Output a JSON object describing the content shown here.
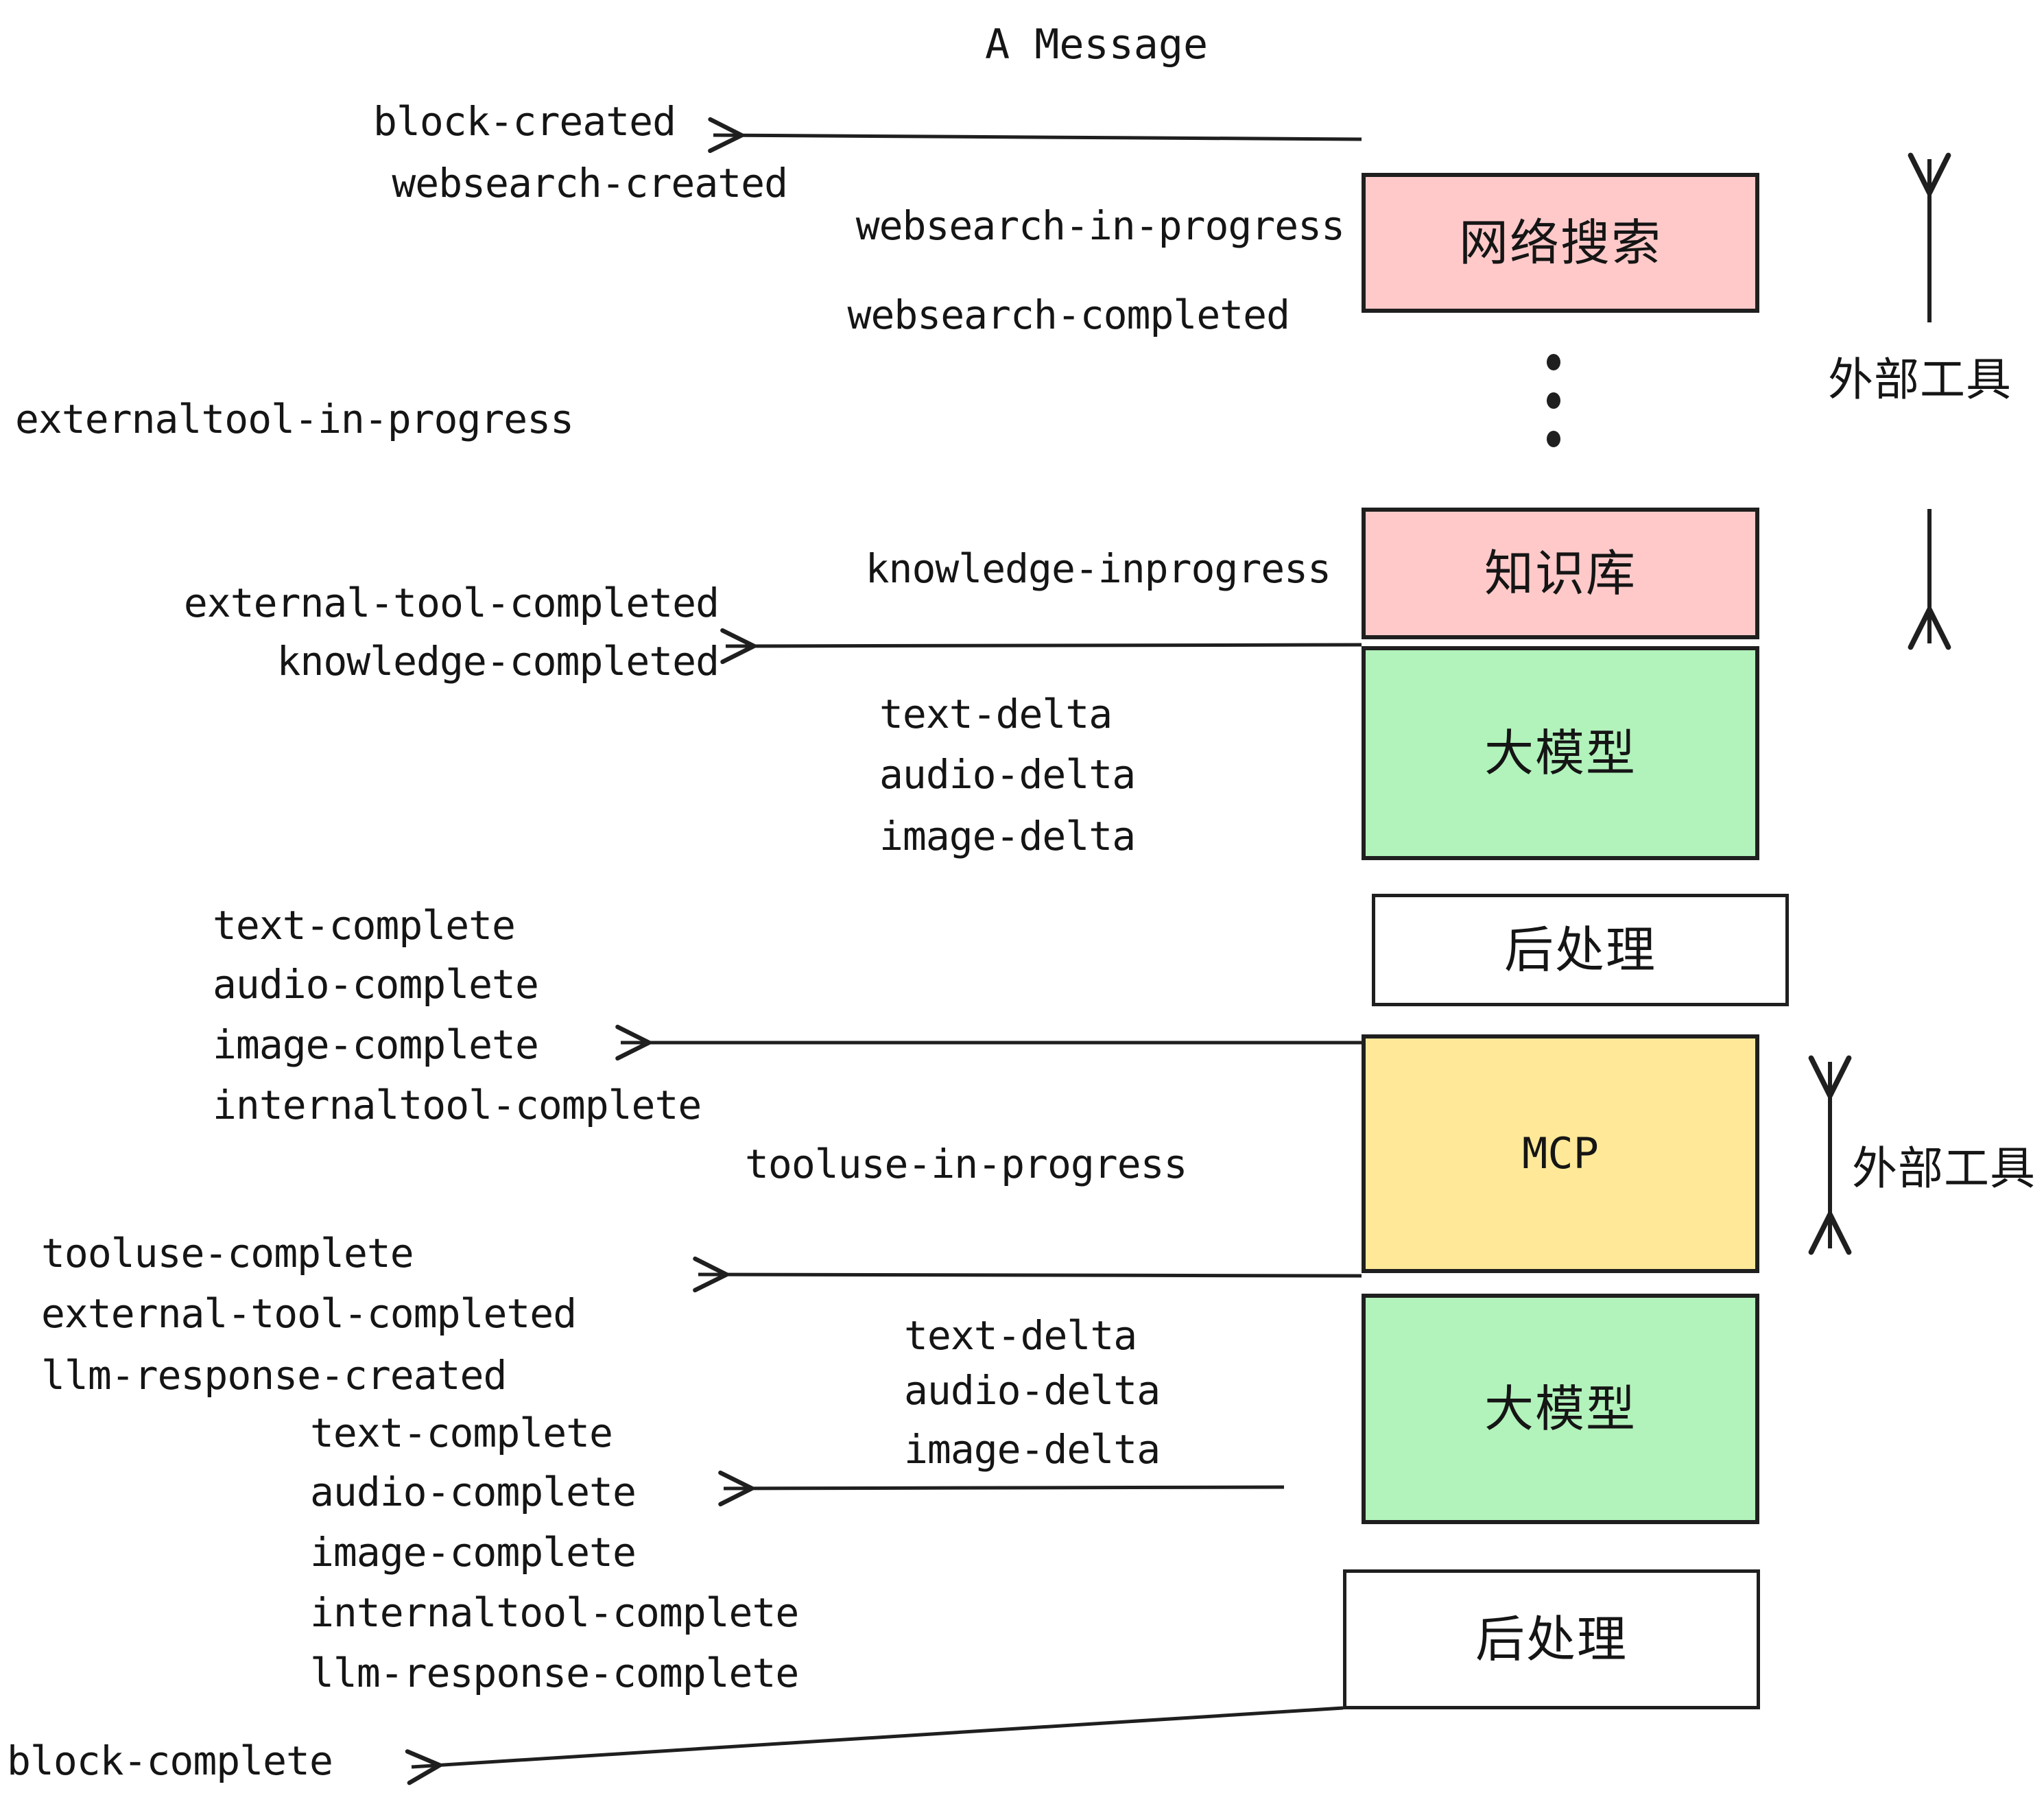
{
  "diagram": {
    "title": "A Message",
    "background": "#ffffff",
    "colors": {
      "pink": "#FFC9C9",
      "green": "#B2F2BB",
      "yellow": "#FFE999",
      "white": "#FFFFFF",
      "stroke": "#1f1f1f",
      "text": "#151515"
    }
  },
  "events": {
    "block_created": "block-created",
    "websearch_created": "websearch-created",
    "websearch_in_progress": "websearch-in-progress",
    "websearch_completed": "websearch-completed",
    "externaltool_in_progress": "externaltool-in-progress",
    "knowledge_inprogress": "knowledge-inprogress",
    "external_tool_completed_1": "external-tool-completed",
    "knowledge_completed": "knowledge-completed",
    "text_delta_1": "text-delta",
    "audio_delta_1": "audio-delta",
    "image_delta_1": "image-delta",
    "text_complete_1": "text-complete",
    "audio_complete_1": "audio-complete",
    "image_complete_1": "image-complete",
    "internaltool_complete_1": "internaltool-complete",
    "tooluse_in_progress": "tooluse-in-progress",
    "tooluse_complete": "tooluse-complete",
    "external_tool_completed_2": "external-tool-completed",
    "llm_response_created": "llm-response-created",
    "text_delta_2": "text-delta",
    "audio_delta_2": "audio-delta",
    "image_delta_2": "image-delta",
    "text_complete_2": "text-complete",
    "audio_complete_2": "audio-complete",
    "image_complete_2": "image-complete",
    "internaltool_complete_2": "internaltool-complete",
    "llm_response_complete": "llm-response-complete",
    "block_complete": "block-complete"
  },
  "nodes": {
    "websearch": "网络搜索",
    "knowledge_base": "知识库",
    "llm_top": "大模型",
    "postprocess_top": "后处理",
    "mcp": "MCP",
    "llm_bottom": "大模型",
    "postprocess_bottom": "后处理"
  },
  "annotations": {
    "external_tool_top": "外部工具",
    "external_tool_bottom": "外部工具",
    "ellipsis": "⋮"
  }
}
